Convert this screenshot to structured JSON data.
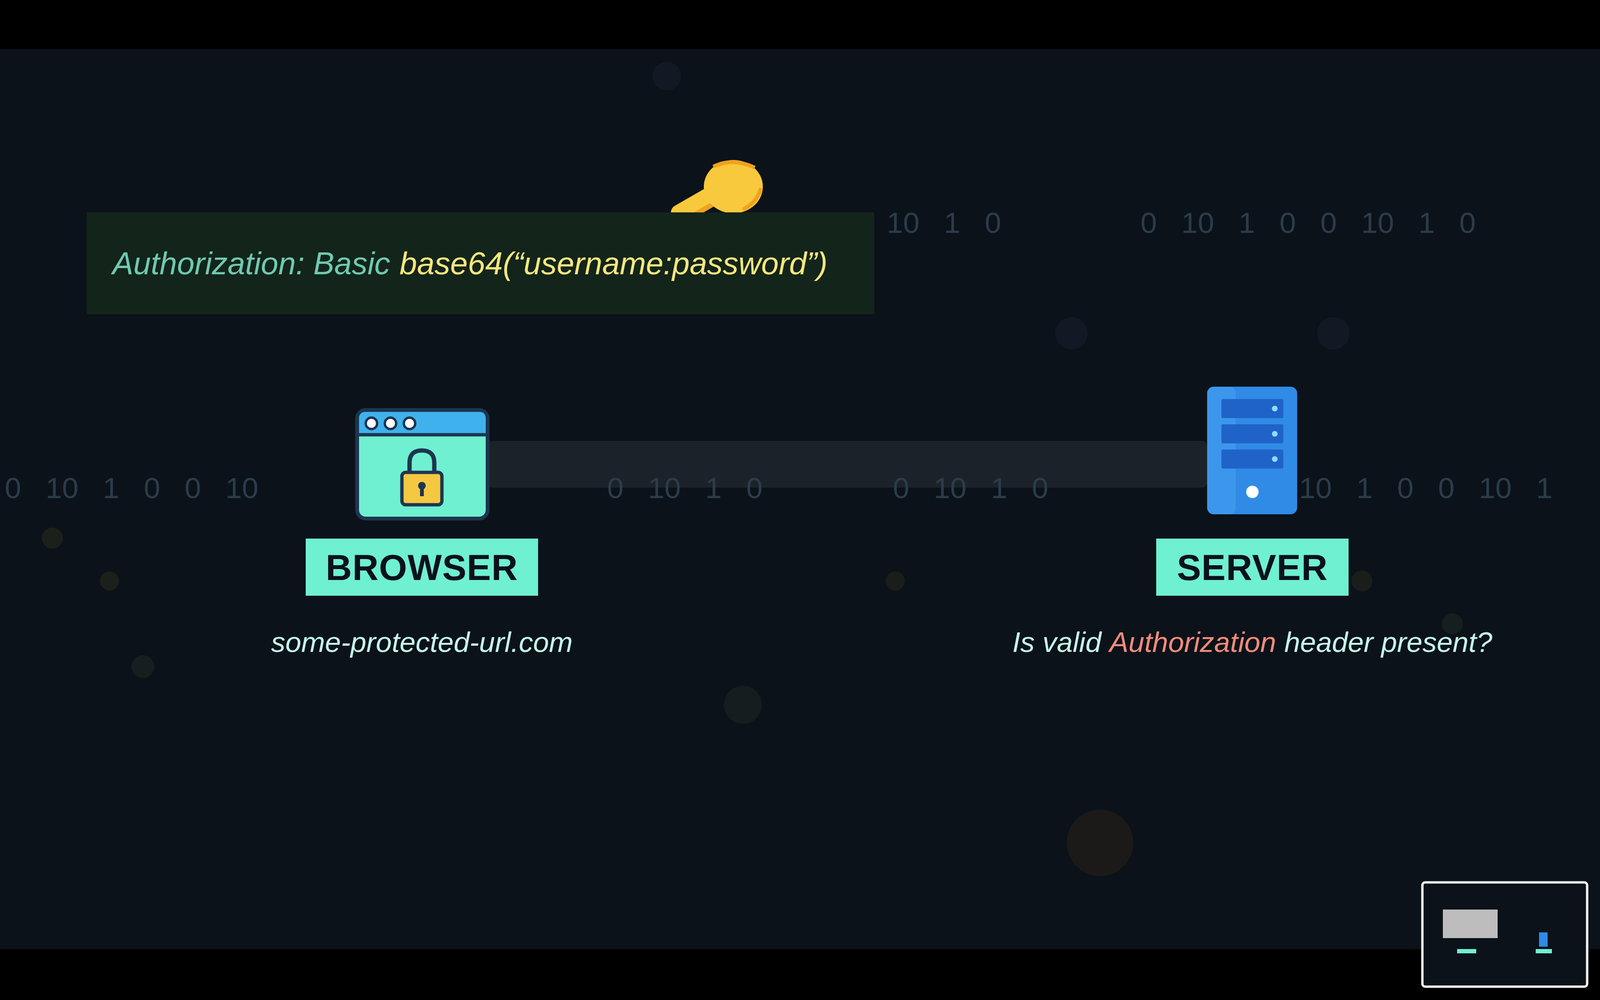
{
  "diagram": {
    "nodes": [
      {
        "text": [
          "Authorization: Basic",
          "base64(“username:password”)"
        ]
      },
      {
        "text": [
          "BROWSER"
        ]
      },
      {
        "text": [
          "SERVER"
        ]
      }
    ],
    "labels": [
      "some-protected-url.com",
      "Is valid",
      "Authorization",
      "header present?",
      "10 1 0",
      "0 10 1 0 0 10 1 0",
      "0 10 1 0 0 10",
      "0 10 1 0",
      "0 10 1 0",
      "10 1 0 0 10 1"
    ]
  }
}
